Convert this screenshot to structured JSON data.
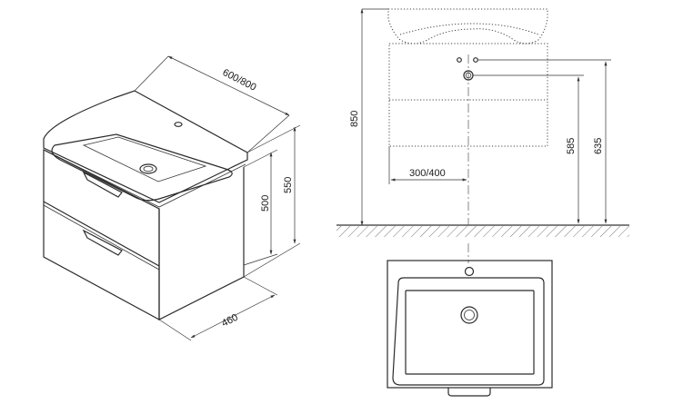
{
  "dimensions": {
    "width": "600/800",
    "cabinet_height": "550",
    "front_height": "500",
    "depth": "460",
    "total_height": "850",
    "drain_position": "300/400",
    "outlet_height_low": "585",
    "outlet_height_high": "635"
  }
}
